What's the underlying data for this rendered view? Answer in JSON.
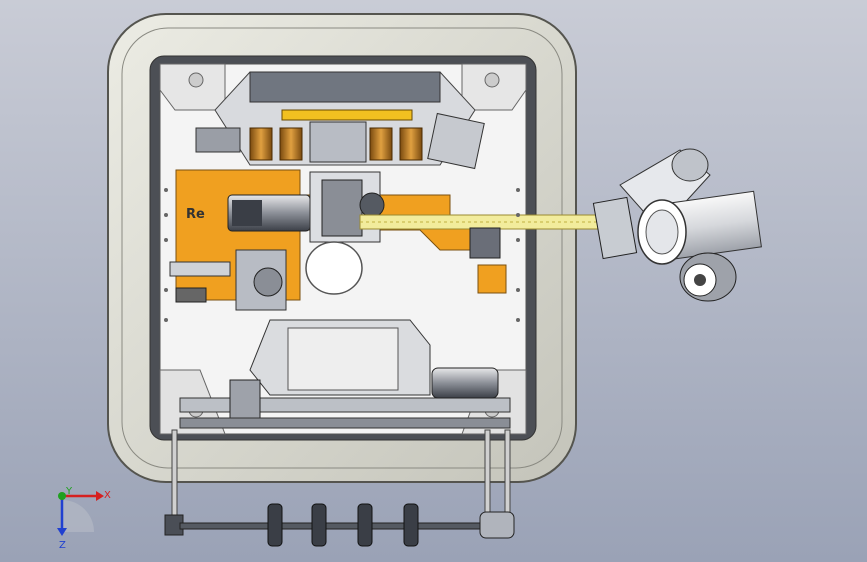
{
  "viewport": {
    "background_top": "#c9ccd6",
    "background_bottom": "#9aa2b6"
  },
  "colors": {
    "frame": "#d9d9cf",
    "frame_outline": "#6b6b66",
    "interior": "#f3f3f3",
    "orange_plate": "#f0a020",
    "copper": "#c98a2a",
    "yellow_beam": "#f2ec9c",
    "steel_dark": "#555a66",
    "steel_mid": "#a9adb6",
    "steel_light": "#e4e6ea",
    "axis_x": "#d62020",
    "axis_y": "#20a020",
    "axis_z": "#2040d0"
  },
  "model": {
    "plate_lettering": "Re"
  },
  "triad": {
    "x_label": "X",
    "y_label": "Y",
    "z_label": "Z"
  }
}
